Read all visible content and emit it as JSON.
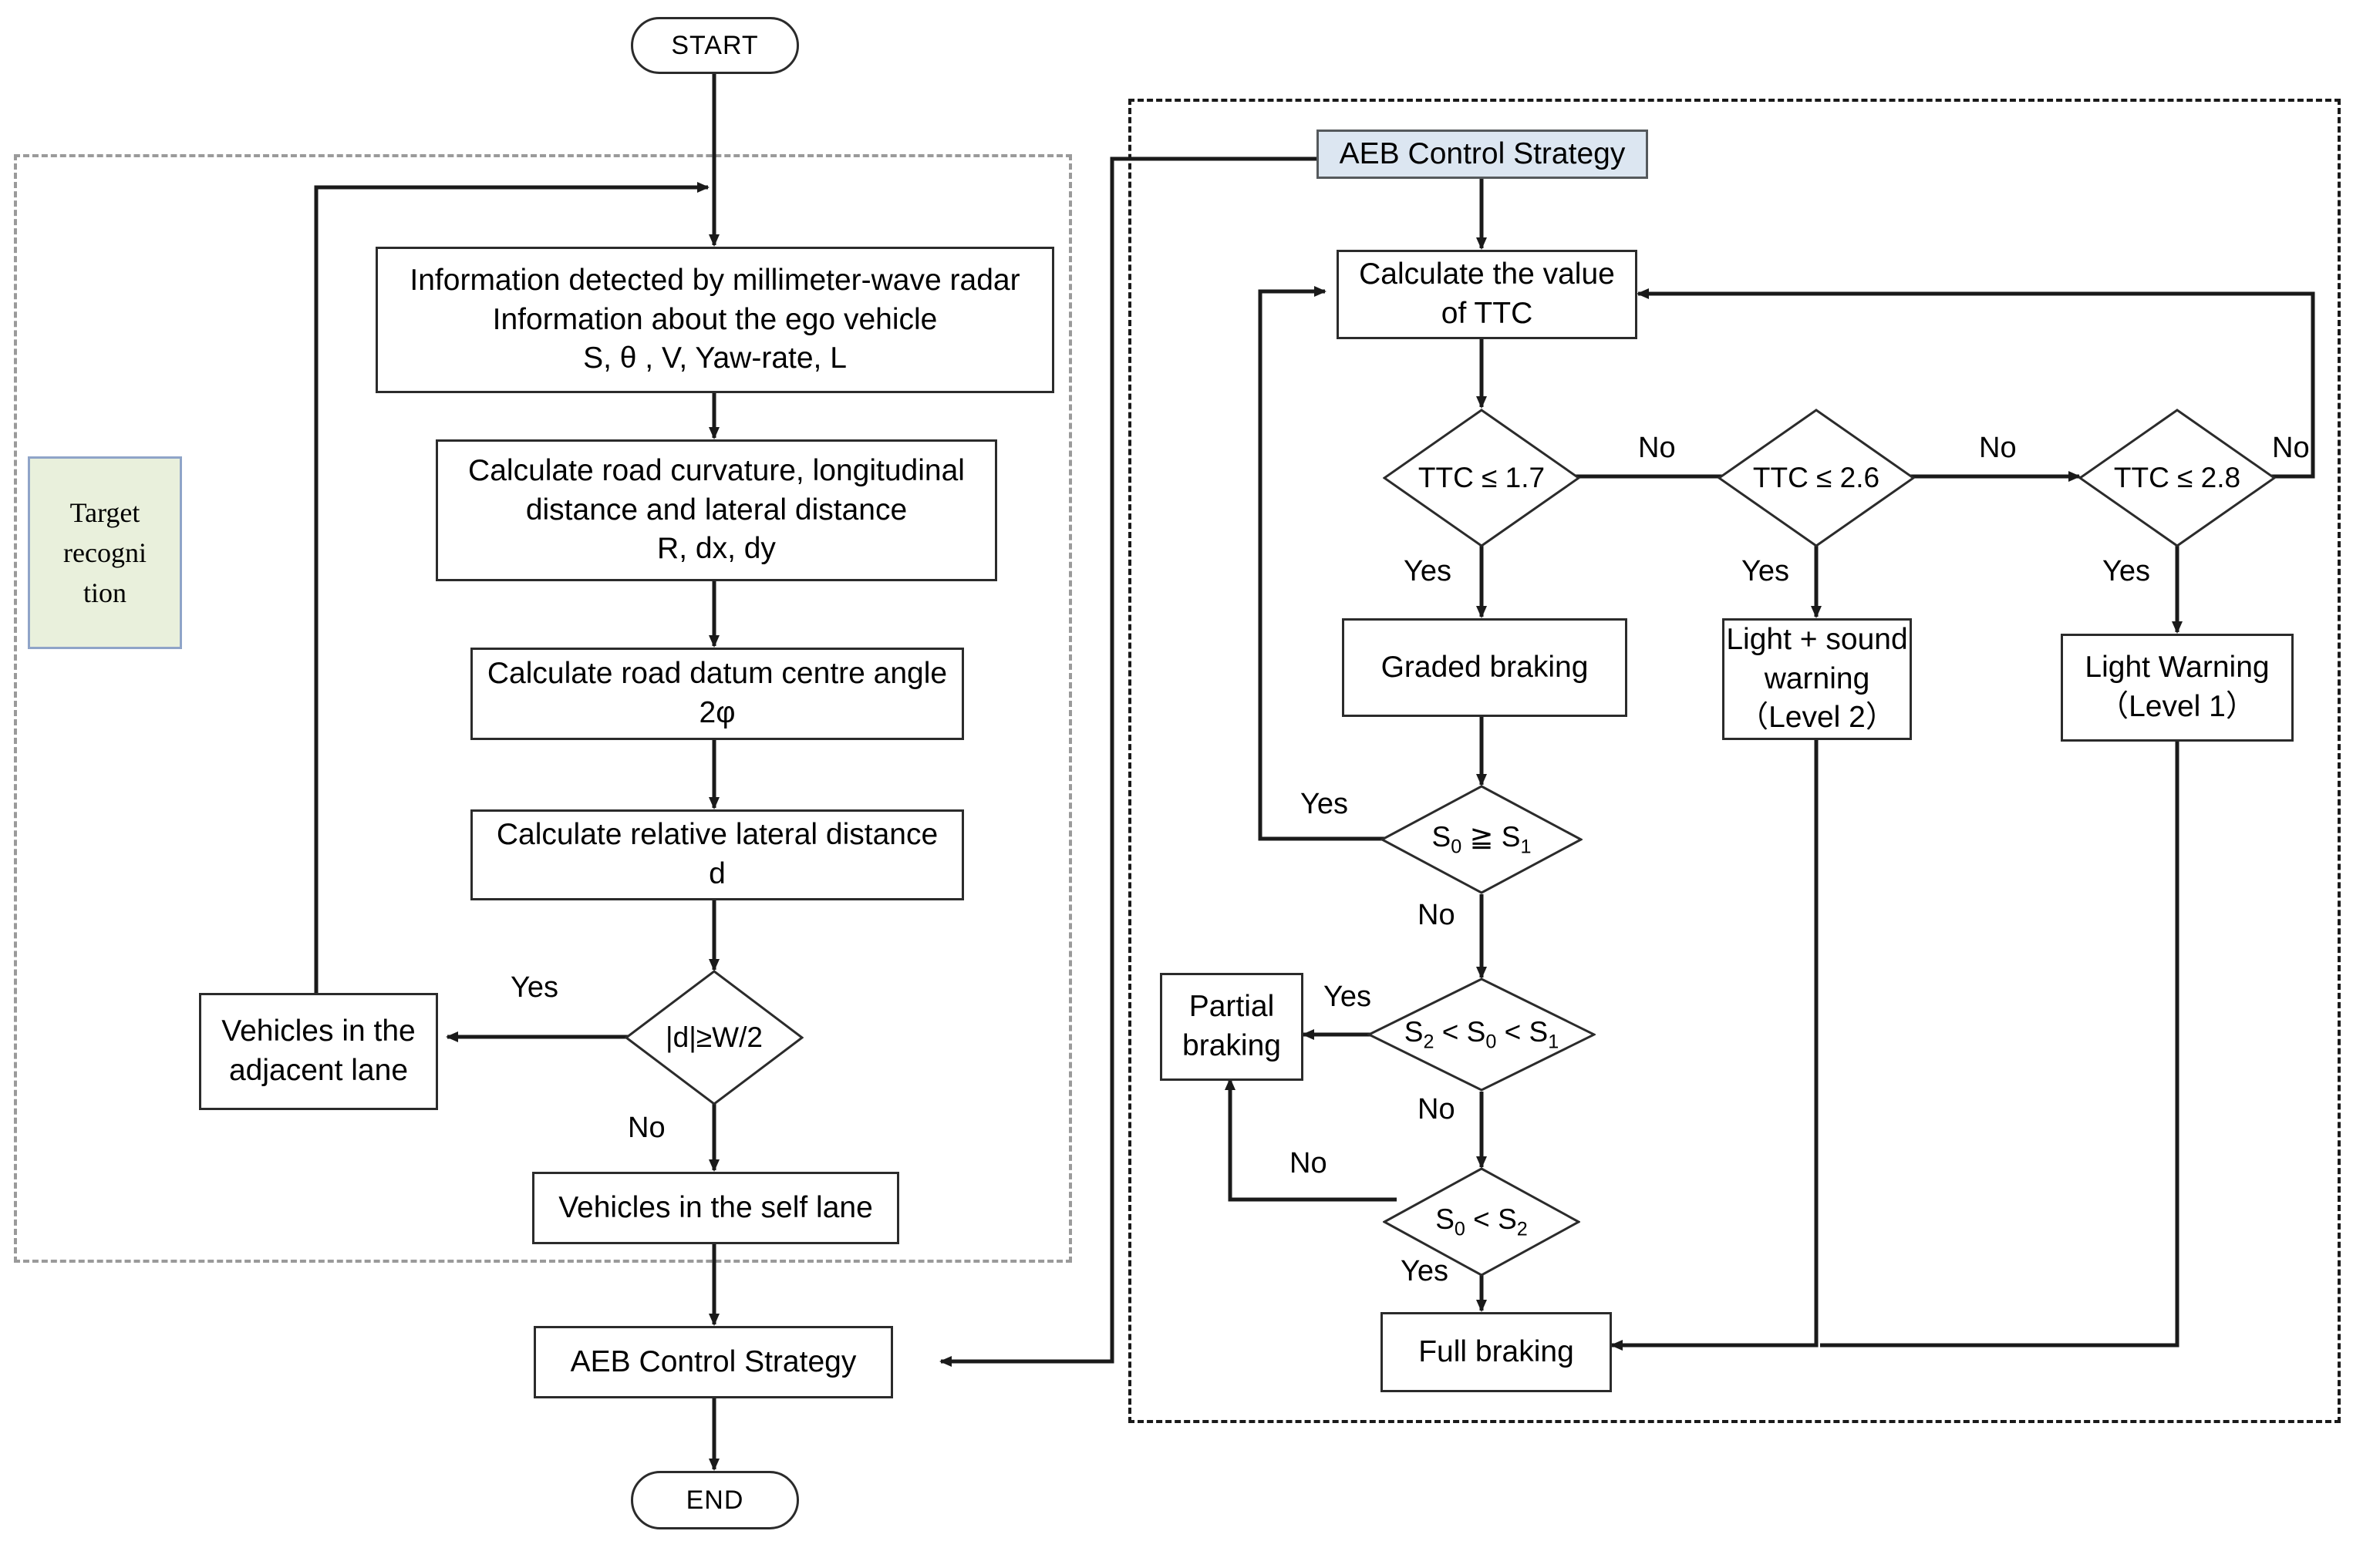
{
  "diagram": {
    "title": "AEB target recognition and control strategy flowchart",
    "groups": [
      {
        "id": "target-recognition",
        "label": "Target\nrecogni\ntion",
        "label_lines": [
          "Target",
          "recogni",
          "tion"
        ]
      },
      {
        "id": "aeb-control-strategy",
        "label": "AEB Control Strategy"
      }
    ]
  },
  "nodes": {
    "start": {
      "label": "START",
      "type": "terminator"
    },
    "end": {
      "label": "END",
      "type": "terminator"
    },
    "group_label_target": {
      "line1": "Target",
      "line2": "recogni",
      "line3": "tion"
    },
    "radar_info": {
      "type": "process",
      "line1": "Information detected by millimeter-wave radar",
      "line2": "Information about the ego vehicle",
      "line3": "S, θ , V, Yaw-rate, L"
    },
    "road_curvature": {
      "type": "process",
      "line1": "Calculate road curvature, longitudinal",
      "line2": "distance and lateral distance",
      "line3": "R, dx, dy"
    },
    "datum_angle": {
      "type": "process",
      "line1": "Calculate road datum centre angle",
      "line2": "2φ"
    },
    "relative_lateral": {
      "type": "process",
      "line1": "Calculate relative lateral distance",
      "line2": "d"
    },
    "decision_d": {
      "type": "decision",
      "label": "|d|≥W/2"
    },
    "adjacent_lane": {
      "type": "process",
      "line1": "Vehicles in the",
      "line2": "adjacent lane"
    },
    "self_lane": {
      "type": "process",
      "line1": "Vehicles in the self lane"
    },
    "aeb_strategy_bottom": {
      "type": "process",
      "label": "AEB Control Strategy"
    },
    "aeb_strategy_header": {
      "type": "header",
      "label": "AEB Control Strategy"
    },
    "calc_ttc": {
      "type": "process",
      "line1": "Calculate the value",
      "line2": "of TTC"
    },
    "ttc_17": {
      "type": "decision",
      "label": "TTC ≤ 1.7"
    },
    "ttc_26": {
      "type": "decision",
      "label": "TTC ≤ 2.6"
    },
    "ttc_28": {
      "type": "decision",
      "label": "TTC ≤ 2.8"
    },
    "graded_braking": {
      "type": "process",
      "label": "Graded braking"
    },
    "light_sound_warning": {
      "type": "process",
      "line1": "Light + sound",
      "line2": "warning",
      "line3": "（Level 2）"
    },
    "light_warning": {
      "type": "process",
      "line1": "Light Warning",
      "line2": "（Level 1）"
    },
    "s0_ge_s1": {
      "type": "decision",
      "label_html": "S<sub>0</sub> ≧ S<sub>1</sub>"
    },
    "s2_s0_s1": {
      "type": "decision",
      "label_html": "S<sub>2</sub> &lt; S<sub>0</sub> &lt; S<sub>1</sub>"
    },
    "s0_lt_s2": {
      "type": "decision",
      "label_html": "S<sub>0</sub> &lt; S<sub>2</sub>"
    },
    "partial_braking": {
      "type": "process",
      "line1": "Partial",
      "line2": "braking"
    },
    "full_braking": {
      "type": "process",
      "label": "Full braking"
    }
  },
  "edge_labels": {
    "d_yes": "Yes",
    "d_no": "No",
    "ttc17_no": "No",
    "ttc17_yes": "Yes",
    "ttc26_no": "No",
    "ttc26_yes": "Yes",
    "ttc28_no": "No",
    "ttc28_yes": "Yes",
    "s0s1_yes": "Yes",
    "s0s1_no": "No",
    "s2s0s1_yes": "Yes",
    "s2s0s1_no": "No",
    "s0s2_no": "No",
    "s0s2_yes": "Yes"
  },
  "colors": {
    "header_fill": "#dce6f1",
    "header_border": "#55595c",
    "group_label_fill": "#e9f0dc",
    "group_label_border": "#8fa4c8",
    "node_border": "#2b2b2b",
    "line": "#1a1a1a",
    "dashed_gray": "#9a9a9a",
    "dashed_black": "#1a1a1a"
  }
}
